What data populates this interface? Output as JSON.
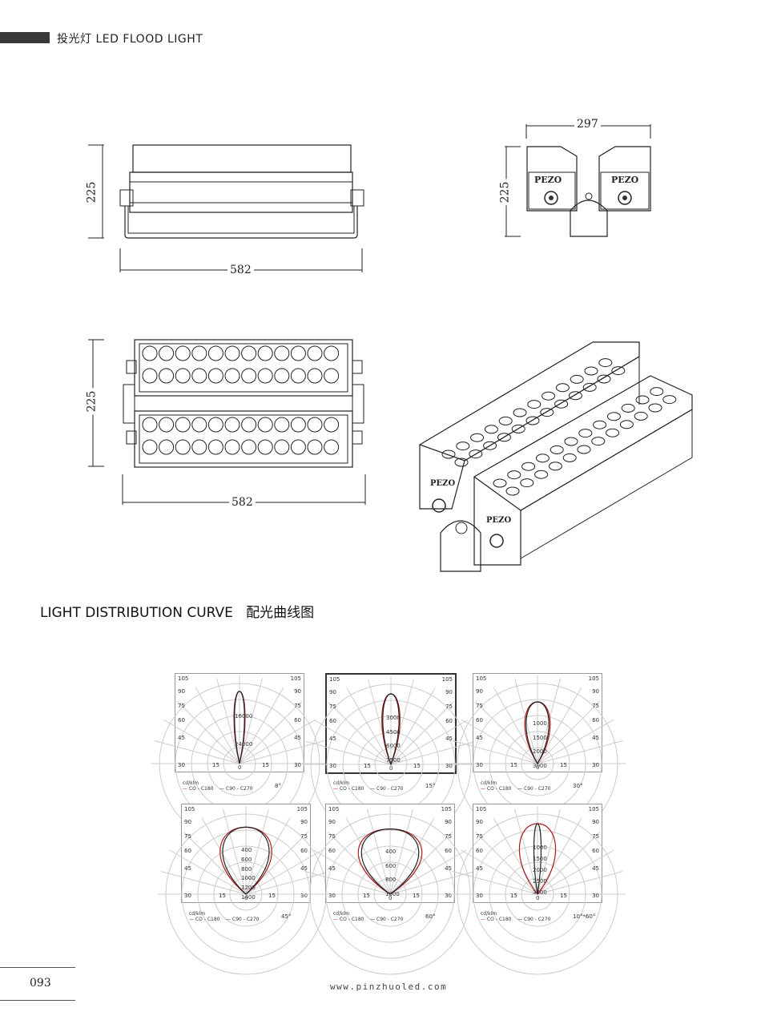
{
  "header": {
    "title": "投光灯 LED FLOOD LIGHT"
  },
  "dimensions": {
    "side_height": "225",
    "side_width": "582",
    "end_width": "297",
    "end_height": "225",
    "front_height": "225",
    "front_width": "582"
  },
  "brand_mark": "PEZO",
  "section": {
    "title": "LIGHT DISTRIBUTION CURVE   配光曲线图"
  },
  "polar_charts": [
    {
      "angles": [
        "105",
        "90",
        "75",
        "60",
        "45",
        "30",
        "15",
        "0",
        "15",
        "30",
        "45",
        "60",
        "75",
        "90",
        "105"
      ],
      "values": [
        "16000",
        "24000"
      ],
      "unit": "cd/klm",
      "legend_a": "CO - C180",
      "legend_b": "C90 - C270",
      "beam": "8°"
    },
    {
      "values": [
        "3000",
        "4500",
        "6000",
        "7500"
      ],
      "unit": "cd/klm",
      "legend_a": "CO - C180",
      "legend_b": "C90 - C270",
      "beam": "15°"
    },
    {
      "values": [
        "1000",
        "1500",
        "2000",
        "3000"
      ],
      "unit": "cd/klm",
      "legend_a": "CO - C180",
      "legend_b": "C90 - C270",
      "beam": "30°"
    },
    {
      "values": [
        "400",
        "600",
        "800",
        "1000",
        "1200",
        "1400"
      ],
      "unit": "cd/klm",
      "legend_a": "CO - C180",
      "legend_b": "C90 - C270",
      "beam": "45°"
    },
    {
      "values": [
        "400",
        "600",
        "800",
        "1000"
      ],
      "unit": "cd/klm",
      "legend_a": "CO - C180",
      "legend_b": "C90 - C270",
      "beam": "60°"
    },
    {
      "values": [
        "1000",
        "1500",
        "2000",
        "2500",
        "3000"
      ],
      "unit": "cd/klm",
      "legend_a": "CO - C180",
      "legend_b": "C90 - C270",
      "beam": "10°*60°"
    }
  ],
  "footer": {
    "page": "093",
    "website": "www.pinzhuoled.com"
  },
  "colors": {
    "curve_red": "#b0191e",
    "curve_black": "#222222",
    "grid": "#cccccc"
  }
}
